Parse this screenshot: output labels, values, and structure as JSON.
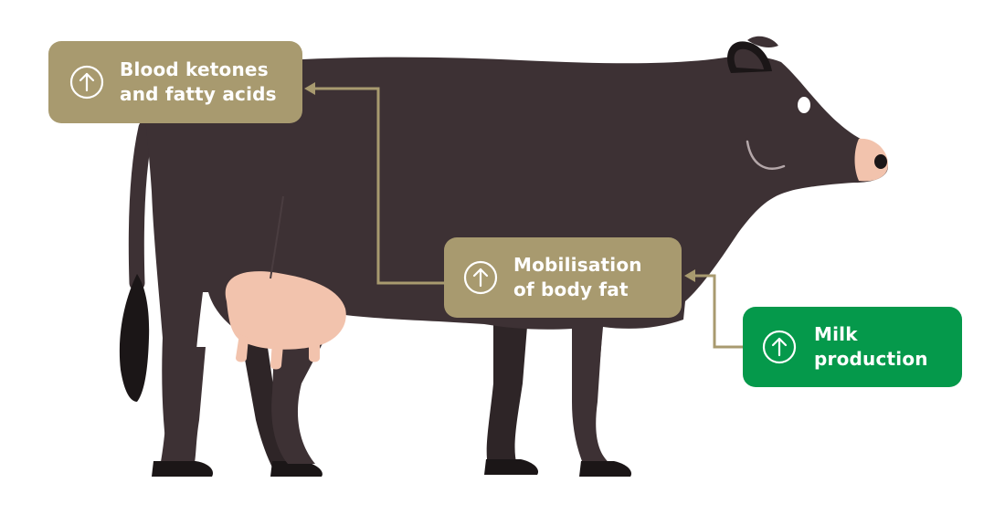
{
  "colors": {
    "label_box": "#a89a6f",
    "highlight_box": "#05994b",
    "connector": "#a89a6f",
    "cow_body": "#3d3134",
    "cow_hoof": "#1b1617",
    "udder": "#f2c3ad",
    "nose": "#f2c3ad"
  },
  "labels": {
    "ketones": {
      "icon": "arrow-up-circle-icon",
      "lines": [
        "Blood ketones",
        "and fatty acids"
      ]
    },
    "mobilisation": {
      "icon": "arrow-up-circle-icon",
      "lines": [
        "Mobilisation",
        "of body fat"
      ]
    },
    "milk": {
      "icon": "arrow-up-circle-icon",
      "lines": [
        "Milk",
        "production"
      ]
    }
  }
}
